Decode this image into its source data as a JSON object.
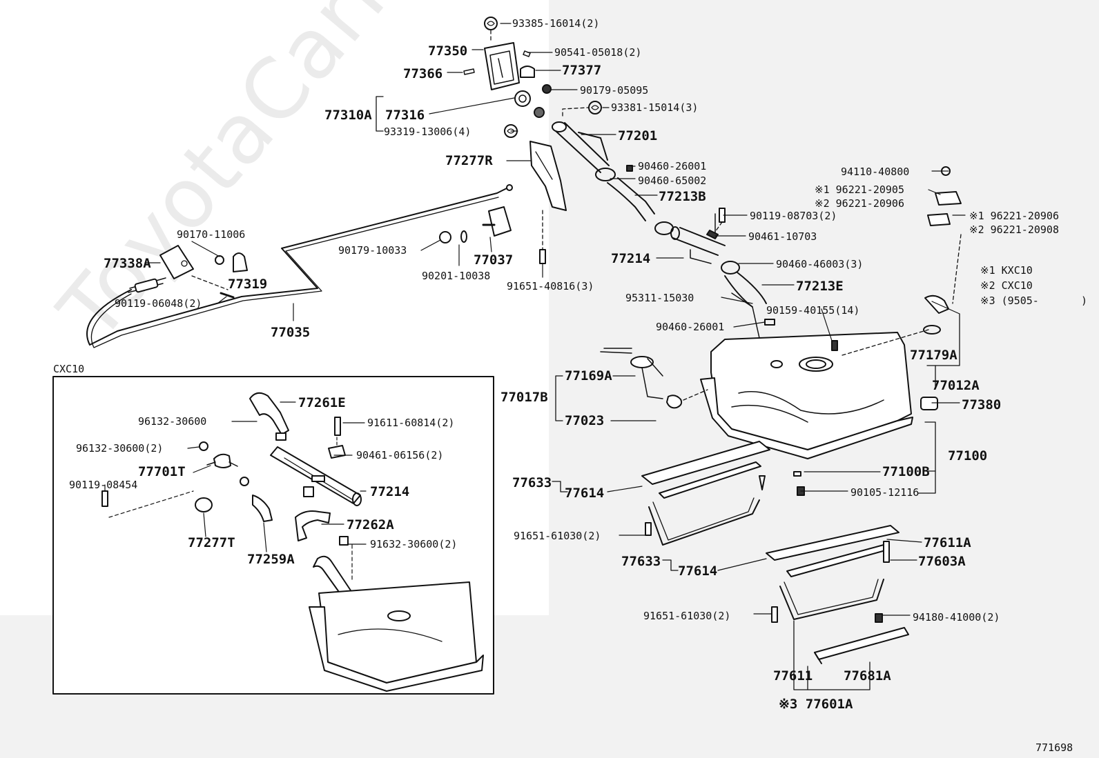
{
  "diagram": {
    "watermark": "ToyotaCarMine.ru",
    "figure_code": "771698",
    "inset_label": "CXC10",
    "notes": [
      "※1 KXC10",
      "※2 CXC10",
      "※3 (9505-",
      ")"
    ],
    "parts": {
      "p93385": "93385-16014(2)",
      "p77350": "77350",
      "p90541": "90541-05018(2)",
      "p77366": "77366",
      "p77377": "77377",
      "p90179a": "90179-05095",
      "p77310A": "77310A",
      "p77316": "77316",
      "p93381": "93381-15014(3)",
      "p93319": "93319-13006(4)",
      "p77201": "77201",
      "p77277R": "77277R",
      "p90460a": "90460-26001",
      "p90460b": "90460-65002",
      "p77213B": "77213B",
      "p94110": "94110-40800",
      "p96221a": "※1 96221-20905",
      "p96221b": "※2 96221-20906",
      "p96221c": "※1 96221-20906",
      "p96221d": "※2 96221-20908",
      "p90119a": "90119-08703(2)",
      "p90461a": "90461-10703",
      "p90170": "90170-11006",
      "p77338A": "77338A",
      "p77319": "77319",
      "p90179b": "90179-10033",
      "p77037": "77037",
      "p90201": "90201-10038",
      "p91651a": "91651-40816(3)",
      "p77214a": "77214",
      "p90460c": "90460-46003(3)",
      "p77213E": "77213E",
      "p90119b": "90119-06048(2)",
      "p77035": "77035",
      "p95311": "95311-15030",
      "p90159": "90159-40155(14)",
      "p90460d": "90460-26001",
      "p77179A": "77179A",
      "p77169A": "77169A",
      "p77017B": "77017B",
      "p77012A": "77012A",
      "p77023": "77023",
      "p77380": "77380",
      "p77100": "77100",
      "p77100B": "77100B",
      "p90105": "90105-12116",
      "p77633a": "77633",
      "p77614a": "77614",
      "p91651b": "91651-61030(2)",
      "p77633b": "77633",
      "p77614b": "77614",
      "p77611A": "77611A",
      "p77603A": "77603A",
      "p91651c": "91651-61030(2)",
      "p94180": "94180-41000(2)",
      "p77611": "77611",
      "p77681A": "77681A",
      "p77601A": "※3 77601A",
      "c77261E": "77261E",
      "c96132a": "96132-30600",
      "c91611": "91611-60814(2)",
      "c96132b": "96132-30600(2)",
      "c90461": "90461-06156(2)",
      "c77701T": "77701T",
      "c90119": "90119-08454",
      "c77214": "77214",
      "c77262A": "77262A",
      "c91632": "91632-30600(2)",
      "c77277T": "77277T",
      "c77259A": "77259A"
    }
  }
}
